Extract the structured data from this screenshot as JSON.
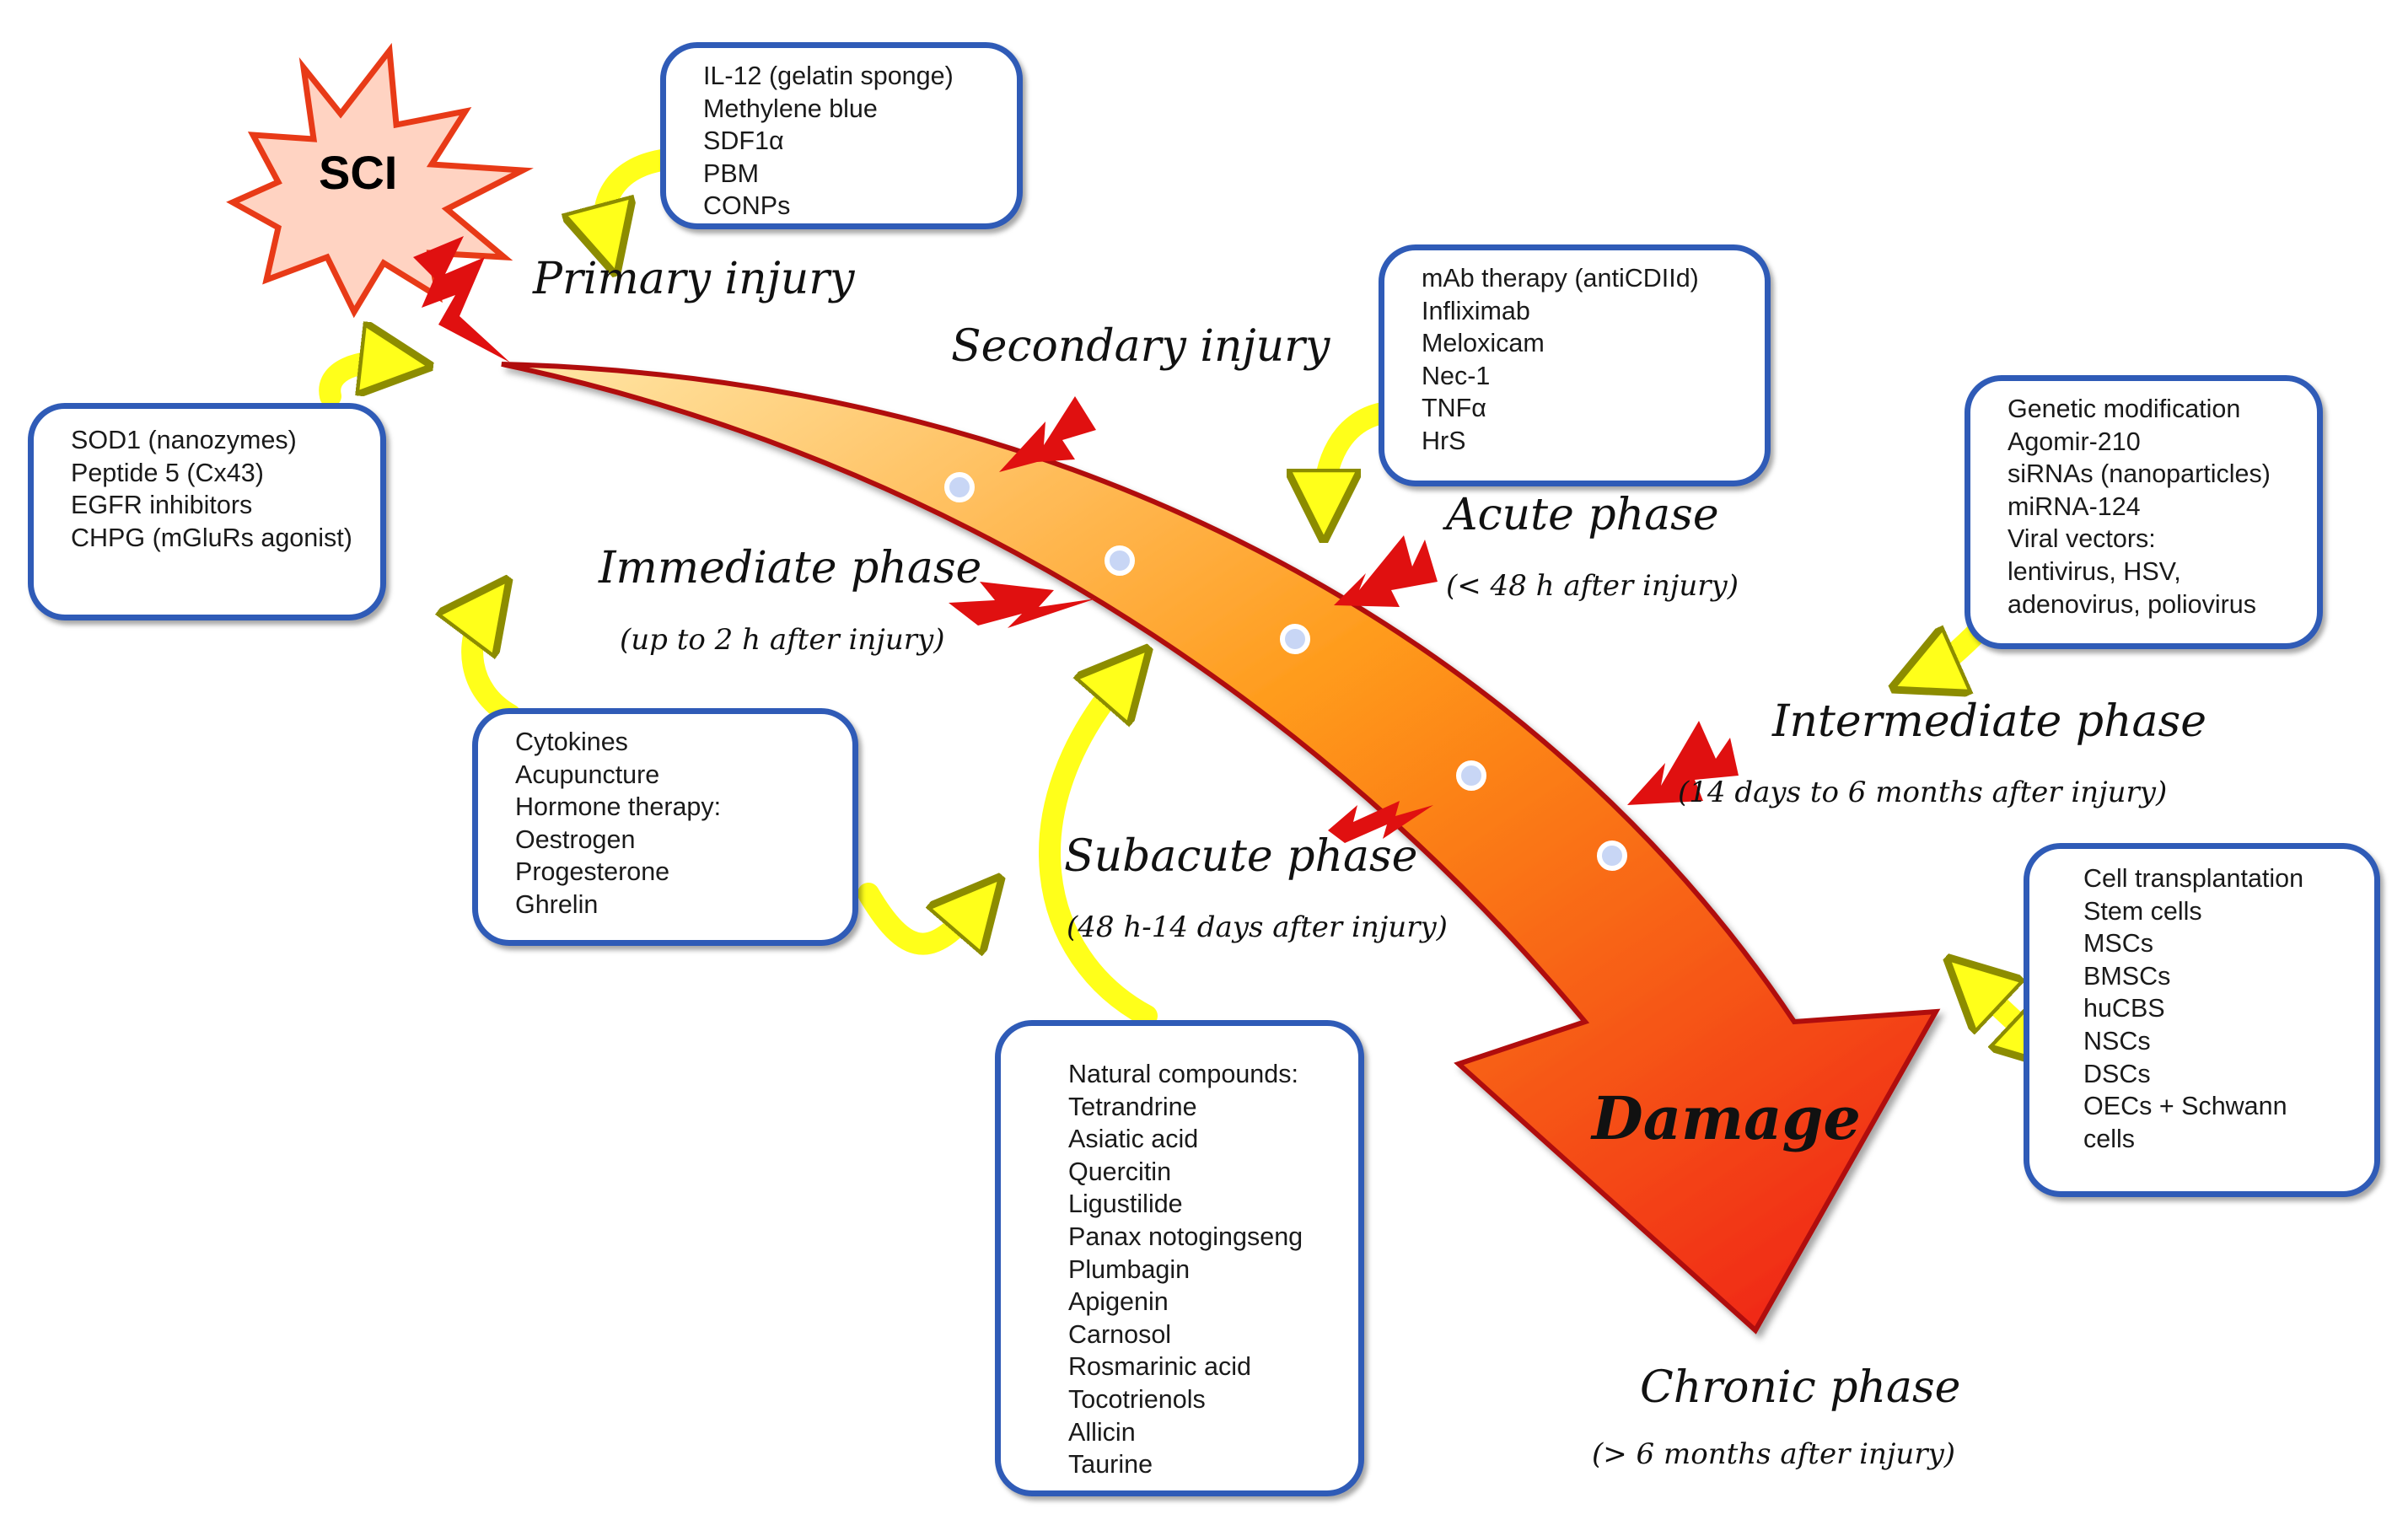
{
  "colors": {
    "box_border": "#2f5bb7",
    "callout_arrow_fill": "#ffff1a",
    "callout_arrow_stroke": "#8c8c00",
    "bolt": "#e01010",
    "main_arrow_top": "#ffe7a8",
    "main_arrow_mid": "#ff9a1a",
    "main_arrow_bottom": "#ee1b14",
    "main_arrow_edge": "#b01010",
    "node_fill": "#c8d6f5",
    "node_stroke": "#ffffff",
    "burst_fill": "#ffd3c2",
    "burst_stroke": "#e83a17"
  },
  "sci": {
    "label": "SCI"
  },
  "main_arrow": {
    "label": "Damage"
  },
  "phases": {
    "primary": {
      "title": "Primary injury"
    },
    "secondary": {
      "title": "Secondary injury"
    },
    "immediate": {
      "title": "Immediate phase",
      "sub": "(up to 2 h after injury)"
    },
    "acute": {
      "title": "Acute phase",
      "sub": "(< 48 h after injury)"
    },
    "subacute": {
      "title": "Subacute phase",
      "sub": "(48 h-14 days after injury)"
    },
    "intermediate": {
      "title": "Intermediate phase",
      "sub": "(14 days to 6 months after injury)"
    },
    "chronic": {
      "title": "Chronic phase",
      "sub": "(> 6 months after injury)"
    }
  },
  "boxes": {
    "primary": {
      "items": [
        "IL-12 (gelatin sponge)",
        "Methylene blue",
        "SDF1α",
        "PBM",
        "CONPs"
      ]
    },
    "immediate": {
      "items": [
        "SOD1 (nanozymes)",
        "Peptide 5 (Cx43)",
        "EGFR inhibitors",
        "CHPG (mGluRs agonist)"
      ]
    },
    "acute": {
      "items": [
        "mAb therapy (antiCDIId)",
        "Infliximab",
        "Meloxicam",
        "Nec-1",
        "TNFα",
        "HrS"
      ]
    },
    "intermediate": {
      "items": [
        "Genetic modification",
        "Agomir-210",
        "siRNAs (nanoparticles)",
        "miRNA-124",
        "Viral vectors:",
        "lentivirus, HSV,",
        "adenovirus, poliovirus"
      ]
    },
    "general": {
      "items": [
        "Cytokines",
        "Acupuncture",
        "Hormone therapy:",
        "Oestrogen",
        "Progesterone",
        "Ghrelin"
      ]
    },
    "subacute": {
      "items": [
        "Natural compounds:",
        "Tetrandrine",
        "Asiatic acid",
        "Quercitin",
        "Ligustilide",
        "Panax notogingseng",
        "Plumbagin",
        "Apigenin",
        "Carnosol",
        "Rosmarinic acid",
        "Tocotrienols",
        "Allicin",
        "Taurine"
      ]
    },
    "chronic": {
      "items": [
        "Cell transplantation",
        "Stem cells",
        "MSCs",
        "BMSCs",
        "huCBS",
        "NSCs",
        "DSCs",
        "OECs + Schwann",
        "cells"
      ]
    }
  }
}
